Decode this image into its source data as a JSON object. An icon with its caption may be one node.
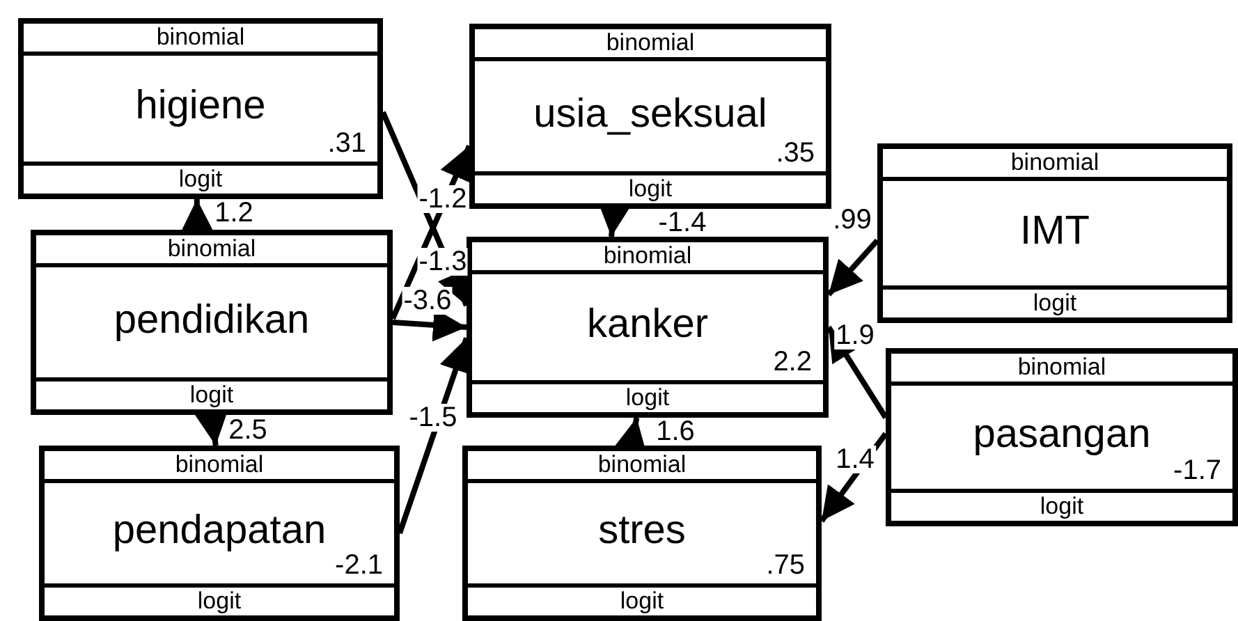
{
  "diagram": {
    "nodes": [
      {
        "text": [
          "binomial",
          "higiene",
          ".31",
          "logit"
        ]
      },
      {
        "text": [
          "binomial",
          "usia_seksual",
          ".35",
          "logit"
        ]
      },
      {
        "text": [
          "binomial",
          "IMT",
          "logit"
        ]
      },
      {
        "text": [
          "binomial",
          "pendidikan",
          "logit"
        ]
      },
      {
        "text": [
          "binomial",
          "kanker",
          "2.2",
          "logit"
        ]
      },
      {
        "text": [
          "binomial",
          "pasangan",
          "-1.7",
          "logit"
        ]
      },
      {
        "text": [
          "binomial",
          "pendapatan",
          "-2.1",
          "logit"
        ]
      },
      {
        "text": [
          "binomial",
          "stres",
          ".75",
          "logit"
        ]
      }
    ],
    "edges": [
      {
        "from": 3,
        "to": 0,
        "arrow": "to",
        "label": "1.2"
      },
      {
        "from": 0,
        "to": 4,
        "arrow": "to",
        "label": "-1.3"
      },
      {
        "from": 3,
        "to": 1,
        "arrow": "to",
        "label": "-1.2"
      },
      {
        "from": 3,
        "to": 4,
        "arrow": "to",
        "label": "-3.6"
      },
      {
        "from": 6,
        "to": 4,
        "arrow": "to",
        "label": "-1.5"
      },
      {
        "from": 3,
        "to": 6,
        "arrow": "to",
        "label": "2.5"
      },
      {
        "from": 1,
        "to": 4,
        "arrow": "to",
        "label": "-1.4"
      },
      {
        "from": 7,
        "to": 4,
        "arrow": "to",
        "label": "1.6"
      },
      {
        "from": 2,
        "to": 4,
        "arrow": "to",
        "label": ".99"
      },
      {
        "from": 5,
        "to": 4,
        "arrow": "to",
        "label": "1.9"
      },
      {
        "from": 5,
        "to": 7,
        "arrow": "to",
        "label": "1.4"
      }
    ]
  }
}
